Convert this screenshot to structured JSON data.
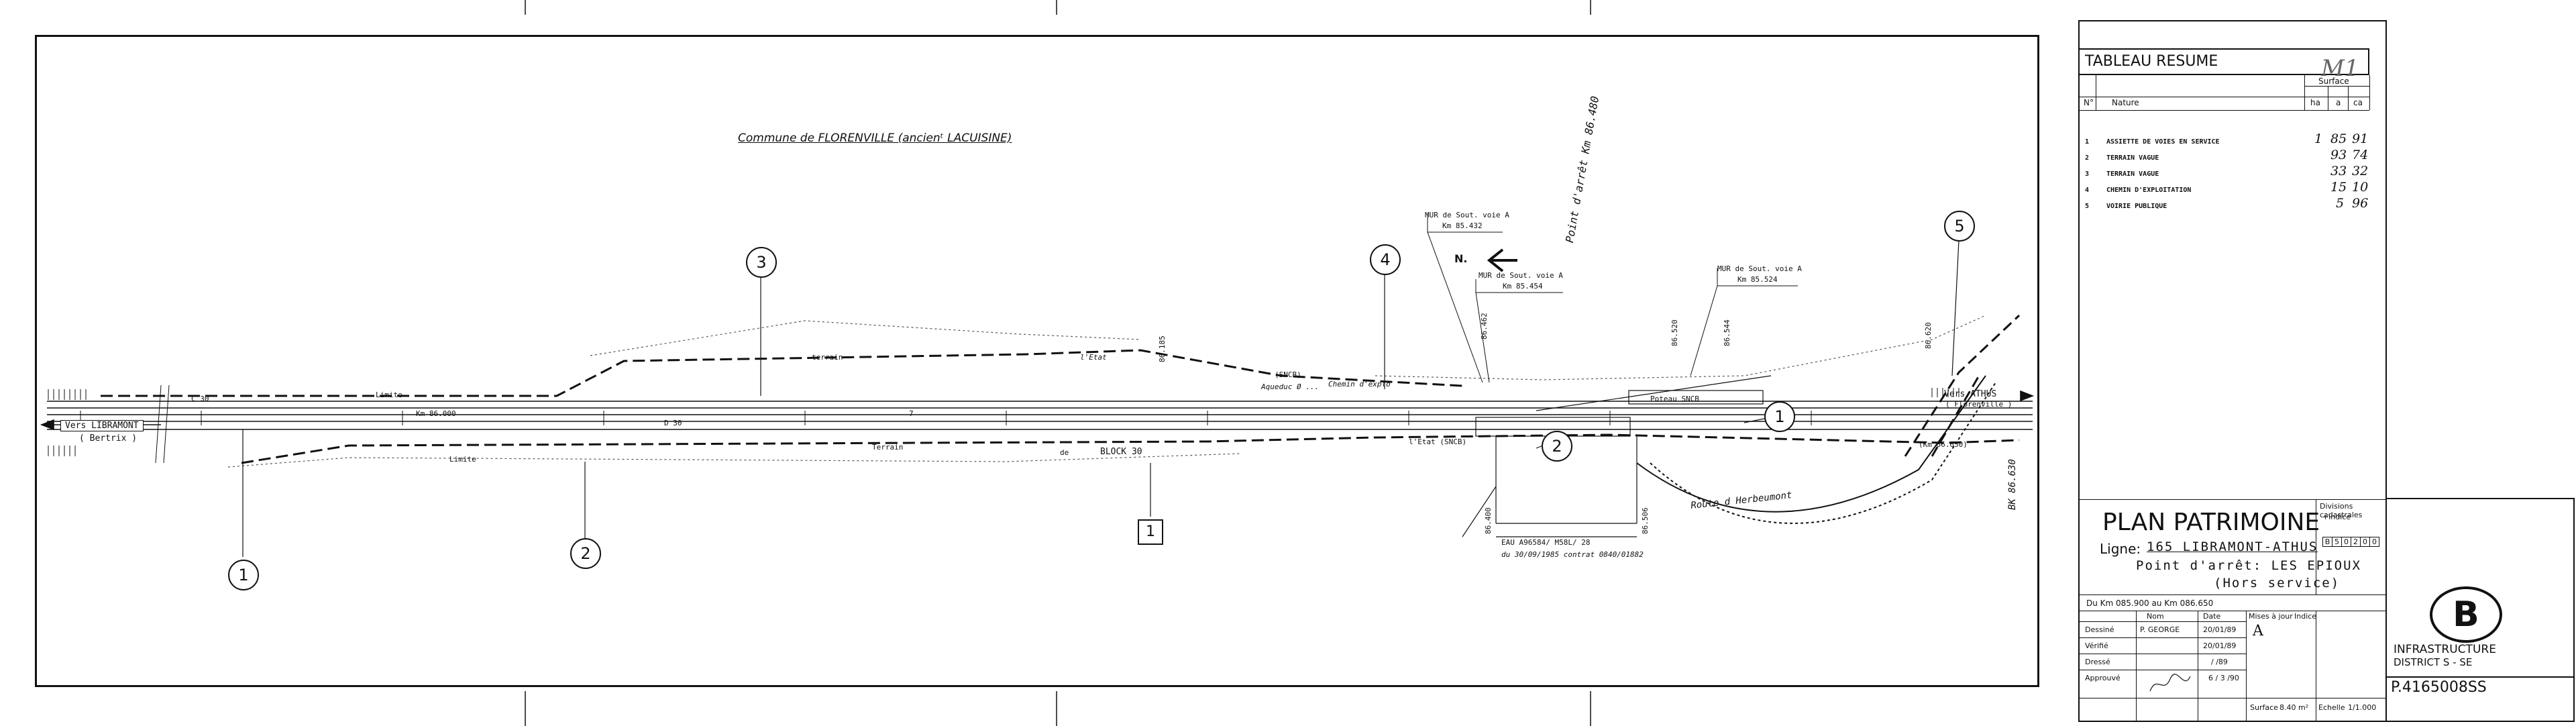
{
  "plan": {
    "commune": "Commune de FLORENVILLE (ancienᵗ LACUISINE)",
    "labels": {
      "vers_libramont": "Vers LIBRAMONT",
      "bertrix": "( Bertrix )",
      "vers_athus": "Vers ATHUS",
      "florenville": "( Florenville )",
      "block": "BLOCK 30",
      "limite_top": "Limite",
      "terrain_top": "terrain",
      "etat_top": "l'Etat",
      "sncb_top": "(SNCB)",
      "chemin": "Chemin d'explo",
      "limite_bottom": "Limite",
      "terrain_bottom": "Terrain",
      "de": "de",
      "etat_bottom": "l'Etat (SNCB)",
      "route": "Route  d   Herbeumont",
      "point_arret": "Point d'arrêt   Km 86.480",
      "km_86000": "Km 86.000",
      "c30": "C 30",
      "d30": "D 30",
      "km_86650": "(Km 86.650)",
      "mur1_l1": "MUR de Sout. voie A",
      "mur1_l2": "Km 85.432",
      "mur2_l1": "MUR de Sout. voie A",
      "mur2_l2": "Km 85.454",
      "mur3_l1": "MUR de Sout. voie A",
      "mur3_l2": "Km 85.524",
      "north": "N.",
      "eau_l1": "EAU  A96584/ M58L/ 28",
      "eau_l2": "du  30/09/1985 contrat 0840/01882",
      "km_86400": "86.400",
      "km_86506": "86.506",
      "km_86185": "86.185",
      "km_86462": "86.462",
      "km_86520": "86.520",
      "km_86544": "86.544",
      "km_86620": "86.620",
      "bk": "BK 86.630",
      "aqueduc": "Aqueduc  Ø  ...",
      "poteau": "Poteau SNCB",
      "sept": "7"
    },
    "callouts": {
      "c1_left": "1",
      "c2": "2",
      "c3": "3",
      "c4": "4",
      "c5": "5",
      "c2_mid": "2",
      "c1_right": "1",
      "box1": "1"
    }
  },
  "panel": {
    "tableau_title": "TABLEAU  RESUME",
    "col_no": "N°",
    "col_nature": "Nature",
    "col_surface": "Surface",
    "col_ha": "ha",
    "col_a": "a",
    "col_ca": "ca",
    "rows": [
      {
        "no": "1",
        "nature": "ASSIETTE DE VOIES EN SERVICE",
        "ha": "1",
        "a": "85",
        "ca": "91"
      },
      {
        "no": "2",
        "nature": "TERRAIN VAGUE",
        "ha": "",
        "a": "93",
        "ca": "74"
      },
      {
        "no": "3",
        "nature": "TERRAIN VAGUE",
        "ha": "",
        "a": "33",
        "ca": "32"
      },
      {
        "no": "4",
        "nature": "CHEMIN D'EXPLOITATION",
        "ha": "",
        "a": "15",
        "ca": "10"
      },
      {
        "no": "5",
        "nature": "VOIRIE PUBLIQUE",
        "ha": "",
        "a": "5",
        "ca": "96"
      }
    ],
    "handwritten": "M1",
    "plan_title": "PLAN  PATRIMOINE",
    "ligne_label": "Ligne:",
    "ligne": "165 LIBRAMONT-ATHUS",
    "point": "Point d'arrêt: LES EPIOUX",
    "hors": "(Hors service)",
    "divisions": "Divisions cadastrales",
    "indice_small": "+indice",
    "cad_boxes": [
      "B",
      "5",
      "0",
      "2",
      "0",
      "0"
    ],
    "range": "Du Km 085.900 au Km 086.650",
    "hdr_nom": "Nom",
    "hdr_date": "Date",
    "hdr_mises": "Mises à jour",
    "hdr_indice": "Indice",
    "indice_val": "A",
    "dessine": "Dessiné",
    "verifie": "Vérifié",
    "dresse": "Dressé",
    "approuve": "Approuvé",
    "dessine_nom": "P. GEORGE",
    "dessine_date": "20/01/89",
    "verifie_date": "20/01/89",
    "dresse_date": "/ /89",
    "approuve_date": "6 / 3 /90",
    "surface_label": "Surface",
    "surface_val": "8.40 m²",
    "echelle_label": "Echelle",
    "echelle_val": "1/1.000",
    "logo": "B",
    "infra_l1": "INFRASTRUCTURE",
    "infra_l2": "DISTRICT  S - SE",
    "ref": "P.4165008SS"
  }
}
